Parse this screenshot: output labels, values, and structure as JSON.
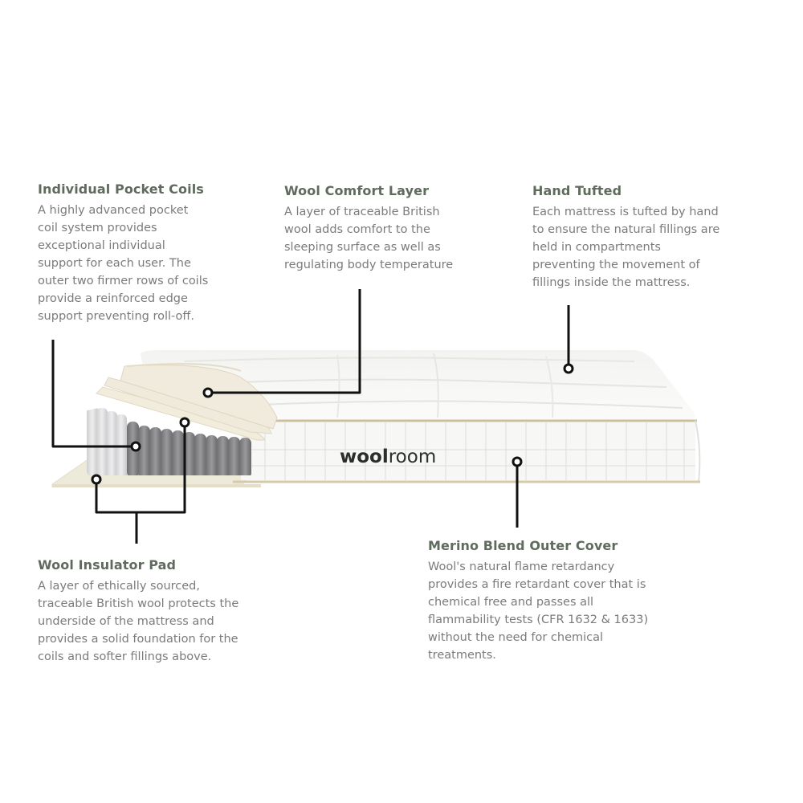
{
  "colors": {
    "heading": "#5f6b5d",
    "body_text": "#7b7b7b",
    "leader_line": "#111111",
    "wool_layer": "#efeadb",
    "coil_dark": "#7d7d80",
    "coil_light": "#d9d9dc",
    "cover": "#f6f6f4",
    "piping": "#cdbf9f"
  },
  "brand": {
    "logo_bold": "wool",
    "logo_light": "room"
  },
  "callouts": {
    "pocket_coils": {
      "title": "Individual Pocket Coils",
      "body": "A highly advanced pocket\ncoil system provides\nexceptional individual\nsupport for each user. The\nouter two firmer rows of coils\nprovide a reinforced edge\nsupport preventing roll-off."
    },
    "comfort_layer": {
      "title": "Wool Comfort Layer",
      "body": "A layer of traceable British\nwool adds comfort to the\nsleeping surface as well as\nregulating body temperature"
    },
    "hand_tufted": {
      "title": "Hand Tufted",
      "body": "Each mattress is tufted by hand\nto ensure the natural fillings are\nheld in compartments\npreventing the movement of\nfillings inside the mattress."
    },
    "insulator_pad": {
      "title": "Wool Insulator Pad",
      "body": "A layer of ethically sourced,\ntraceable British wool protects the\nunderside of the mattress and\nprovides a solid foundation for the\ncoils and softer fillings above."
    },
    "outer_cover": {
      "title": "Merino Blend Outer Cover",
      "body": "Wool's natural flame retardancy\nprovides a fire retardant cover that is\nchemical free and passes all\nflammability tests (CFR 1632 & 1633)\nwithout the need for chemical\ntreatments."
    }
  }
}
